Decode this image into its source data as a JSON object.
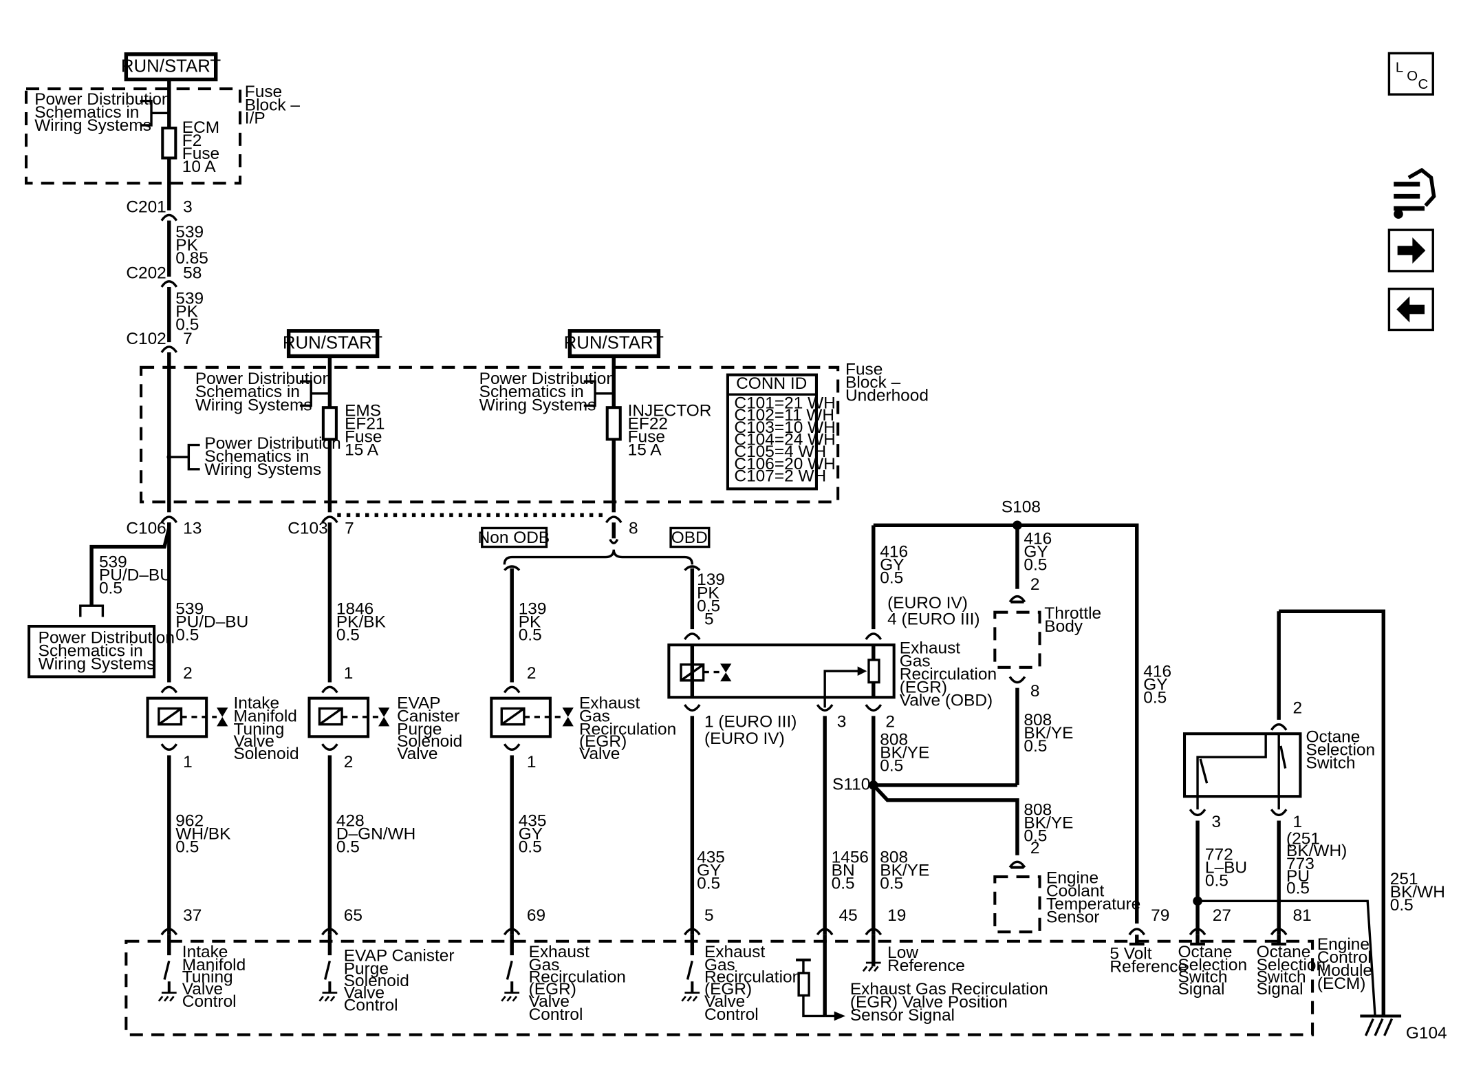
{
  "nav": {
    "loc_label_l": "L",
    "loc_label_o": "O",
    "loc_label_c": "C"
  },
  "run_start": {
    "label": "RUN/START"
  },
  "fuse_block_ip": {
    "title_1": "Fuse",
    "title_2": "Block –",
    "title_3": "I/P",
    "ref_1": "Power Distribution",
    "ref_2": "Schematics in",
    "ref_3": "Wiring Systems",
    "fuse_1": "ECM",
    "fuse_2": "F2",
    "fuse_3": "Fuse",
    "fuse_4": "10 A"
  },
  "connectors_top": {
    "c201": "C201",
    "c201_pin": "3",
    "w1_a": "539",
    "w1_b": "PK",
    "w1_c": "0.85",
    "c202": "C202",
    "c202_pin": "58",
    "w2_a": "539",
    "w2_b": "PK",
    "w2_c": "0.5",
    "c102": "C102",
    "c102_pin": "7"
  },
  "fuse_block_uh": {
    "title_1": "Fuse",
    "title_2": "Block –",
    "title_3": "Underhood",
    "ref_a1": "Power Distribution",
    "ref_a2": "Schematics in",
    "ref_a3": "Wiring Systems",
    "ref_b1": "Power Distribution",
    "ref_b2": "Schematics in",
    "ref_b3": "Wiring Systems",
    "ref_c1": "Power Distribution",
    "ref_c2": "Schematics in",
    "ref_c3": "Wiring Systems",
    "ems_1": "EMS",
    "ems_2": "EF21",
    "ems_3": "Fuse",
    "ems_4": "15 A",
    "inj_1": "INJECTOR",
    "inj_2": "EF22",
    "inj_3": "Fuse",
    "inj_4": "15 A"
  },
  "conn_id": {
    "title": "CONN ID",
    "rows": [
      "C101=21 WH",
      "C102=11 WH",
      "C103=10 WH",
      "C104=24 WH",
      "C105=4 WH",
      "C106=20 WH",
      "C107=2 WH"
    ]
  },
  "mid": {
    "c106": "C106",
    "c106_pin": "13",
    "c103": "C103",
    "c103_pin": "7",
    "pin8": "8",
    "non_odb": "Non ODB",
    "obd": "OBD",
    "branch_a": "539",
    "branch_b": "PU/D–BU",
    "branch_c": "0.5",
    "pd_1": "Power Distribution",
    "pd_2": "Schematics in",
    "pd_3": "Wiring Systems"
  },
  "col1": {
    "w_a": "539",
    "w_b": "PU/D–BU",
    "w_c": "0.5",
    "pin_top": "2",
    "pin_bot": "1",
    "comp_1": "Intake",
    "comp_2": "Manifold",
    "comp_3": "Tuning",
    "comp_4": "Valve",
    "comp_5": "Solenoid",
    "w2_a": "962",
    "w2_b": "WH/BK",
    "w2_c": "0.5",
    "ecm_pin": "37",
    "ecm_1": "Intake",
    "ecm_2": "Manifold",
    "ecm_3": "Tuning",
    "ecm_4": "Valve",
    "ecm_5": "Control"
  },
  "col2": {
    "w_a": "1846",
    "w_b": "PK/BK",
    "w_c": "0.5",
    "pin_top": "1",
    "pin_bot": "2",
    "comp_1": "EVAP",
    "comp_2": "Canister",
    "comp_3": "Purge",
    "comp_4": "Solenoid",
    "comp_5": "Valve",
    "w2_a": "428",
    "w2_b": "D–GN/WH",
    "w2_c": "0.5",
    "ecm_pin": "65",
    "ecm_1": "EVAP Canister",
    "ecm_2": "Purge",
    "ecm_3": "Solenoid",
    "ecm_4": "Valve",
    "ecm_5": "Control"
  },
  "col3": {
    "w_a": "139",
    "w_b": "PK",
    "w_c": "0.5",
    "pin_top": "2",
    "pin_bot": "1",
    "comp_1": "Exhaust",
    "comp_2": "Gas",
    "comp_3": "Recirculation",
    "comp_4": "(EGR)",
    "comp_5": "Valve",
    "w2_a": "435",
    "w2_b": "GY",
    "w2_c": "0.5",
    "ecm_pin": "69",
    "ecm_1": "Exhaust",
    "ecm_2": "Gas",
    "ecm_3": "Recirculation",
    "ecm_4": "(EGR)",
    "ecm_5": "Valve",
    "ecm_6": "Control"
  },
  "col4": {
    "w_a": "139",
    "w_b": "PK",
    "w_c": "0.5",
    "pin_top": "5",
    "pin_bot": "1 (EURO III)",
    "pin_bot2": "(EURO IV)",
    "w2_a": "435",
    "w2_b": "GY",
    "w2_c": "0.5",
    "ecm_pin": "5",
    "ecm_1": "Exhaust",
    "ecm_2": "Gas",
    "ecm_3": "Recirculation",
    "ecm_4": "(EGR)",
    "ecm_5": "Valve",
    "ecm_6": "Control"
  },
  "egr_obd": {
    "comp_1": "Exhaust",
    "comp_2": "Gas",
    "comp_3": "Recirculation",
    "comp_4": "(EGR)",
    "comp_5": "Valve (OBD)",
    "euro_iv": "(EURO IV)",
    "euro_iii": "4 (EURO III)",
    "pin3": "3",
    "pin2": "2",
    "w416_a": "416",
    "w416_b": "GY",
    "w416_c": "0.5",
    "w808_a": "808",
    "w808_b": "BK/YE",
    "w808_c": "0.5",
    "s110": "S110",
    "w1456_a": "1456",
    "w1456_b": "BN",
    "w1456_c": "0.5",
    "w808b_a": "808",
    "w808b_b": "BK/YE",
    "w808b_c": "0.5",
    "ecm_pin45": "45",
    "ecm_pin19": "19",
    "low_1": "Low",
    "low_2": "Reference",
    "sig_1": "Exhaust Gas Recirculation",
    "sig_2": "(EGR) Valve Position",
    "sig_3": "Sensor Signal"
  },
  "sensors": {
    "s108": "S108",
    "w416_a": "416",
    "w416_b": "GY",
    "w416_c": "0.5",
    "tb_pin2": "2",
    "tb_pin8": "8",
    "tb_1": "Throttle",
    "tb_2": "Body",
    "w808_a": "808",
    "w808_b": "BK/YE",
    "w808_c": "0.5",
    "w808c_a": "808",
    "w808c_b": "BK/YE",
    "w808c_c": "0.5",
    "ect_pin": "2",
    "ect_1": "Engine",
    "ect_2": "Coolant",
    "ect_3": "Temperature",
    "ect_4": "Sensor",
    "ref_w_a": "416",
    "ref_w_b": "GY",
    "ref_w_c": "0.5",
    "ecm_pin79": "79",
    "ref_1": "5 Volt",
    "ref_2": "Reference"
  },
  "octane": {
    "pin2": "2",
    "pin3": "3",
    "pin1": "1",
    "sw_1": "Octane",
    "sw_2": "Selection",
    "sw_3": "Switch",
    "w772_a": "772",
    "w772_b": "L–BU",
    "w772_c": "0.5",
    "w773_a": "(251",
    "w773_b": "BK/WH)",
    "w773_c": "773",
    "w773_d": "PU",
    "w773_e": "0.5",
    "w251_a": "251",
    "w251_b": "BK/WH",
    "w251_c": "0.5",
    "ecm_pin27": "27",
    "ecm_pin81": "81",
    "sig_a1": "Octane",
    "sig_a2": "Selection",
    "sig_a3": "Switch",
    "sig_a4": "Signal",
    "sig_b1": "Octane",
    "sig_b2": "Selection",
    "sig_b3": "Switch",
    "sig_b4": "Signal",
    "ecm_1": "Engine",
    "ecm_2": "Control",
    "ecm_3": "Module",
    "ecm_4": "(ECM)",
    "ground": "G104"
  }
}
